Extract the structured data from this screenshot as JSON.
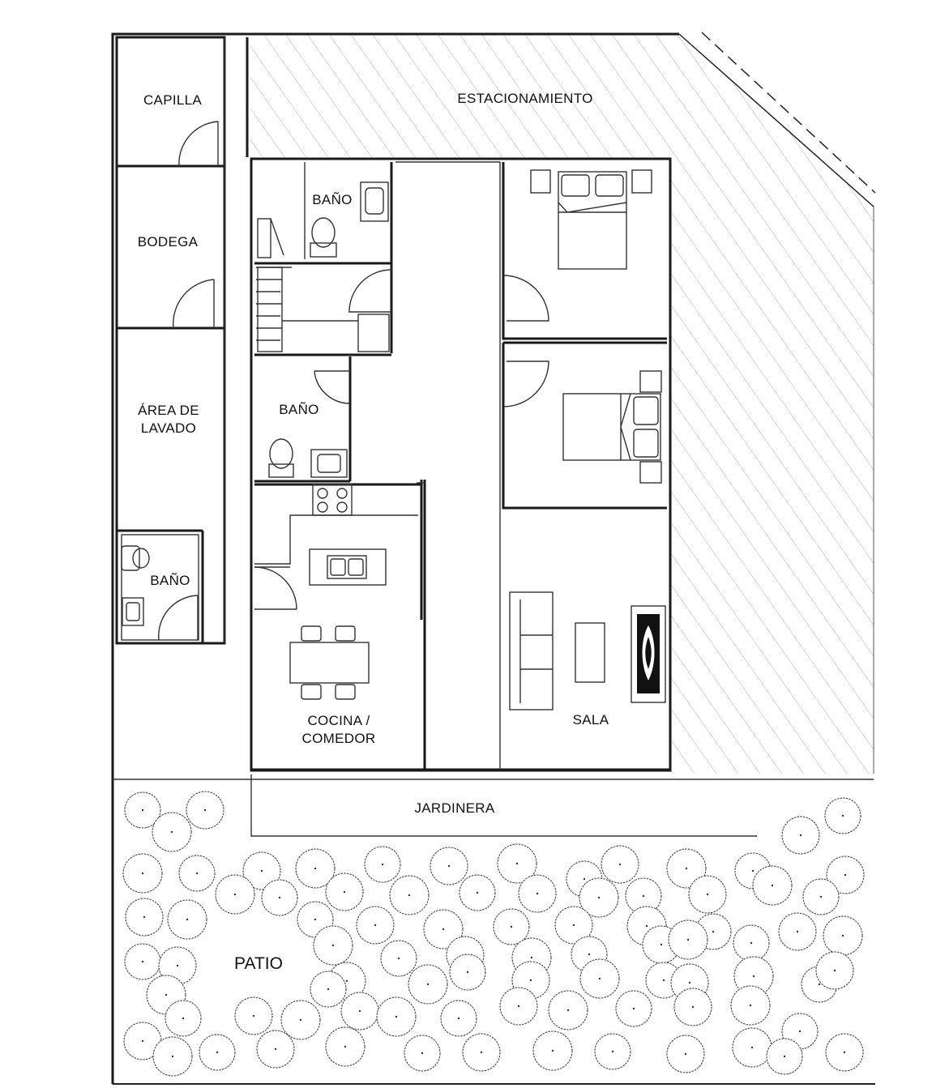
{
  "rooms": {
    "capilla": "CAPILLA",
    "bodega": "BODEGA",
    "area_lavado_1": "ÁREA DE",
    "area_lavado_2": "LAVADO",
    "bano_ext": "BAÑO",
    "estacionamiento": "ESTACIONAMIENTO",
    "bano_1": "BAÑO",
    "bano_2": "BAÑO",
    "cocina_1": "COCINA /",
    "cocina_2": "COMEDOR",
    "sala": "SALA",
    "jardinera": "JARDINERA",
    "patio": "PATIO"
  },
  "colors": {
    "line": "#1a1a1a",
    "hatch": "#bdbdbd",
    "background": "#ffffff"
  }
}
